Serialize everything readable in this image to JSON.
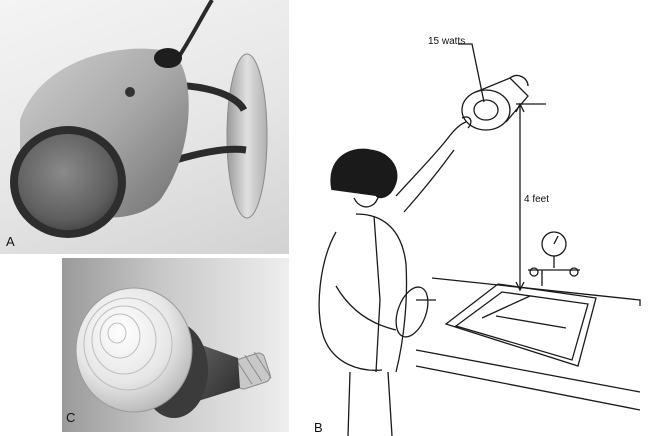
{
  "panels": {
    "a": {
      "label": "A"
    },
    "b": {
      "label": "B"
    },
    "c": {
      "label": "C"
    }
  },
  "annotations": {
    "wattage": "15 watts",
    "distance": "4 feet"
  }
}
